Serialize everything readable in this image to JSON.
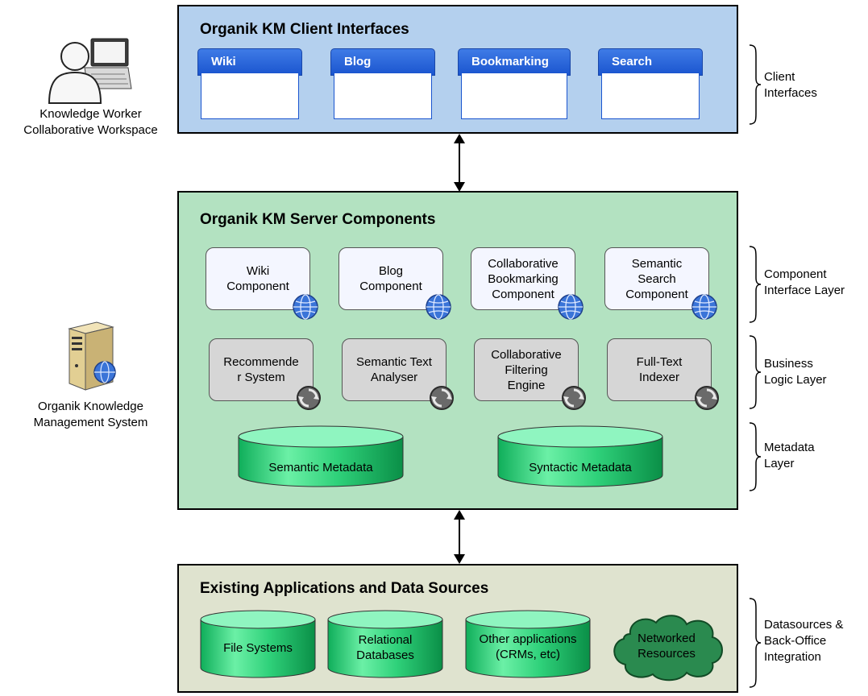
{
  "client_panel": {
    "title": "Organik KM Client Interfaces",
    "windows": [
      "Wiki",
      "Blog",
      "Bookmarking",
      "Search"
    ]
  },
  "server_panel": {
    "title": "Organik KM Server Components",
    "interface_components": [
      "Wiki\nComponent",
      "Blog\nComponent",
      "Collaborative\nBookmarking\nComponent",
      "Semantic\nSearch\nComponent"
    ],
    "logic_components": [
      "Recommende\nr System",
      "Semantic Text\nAnalyser",
      "Collaborative\nFiltering\nEngine",
      "Full-Text\nIndexer"
    ],
    "metadata_stores": [
      "Semantic Metadata",
      "Syntactic Metadata"
    ]
  },
  "data_panel": {
    "title": "Existing Applications and Data Sources",
    "sources": [
      "File Systems",
      "Relational\nDatabases",
      "Other applications\n(CRMs, etc)"
    ],
    "cloud": "Networked\nResources"
  },
  "actors": {
    "worker": "Knowledge Worker\nCollaborative Workspace",
    "system": "Organik Knowledge\nManagement System"
  },
  "layers": [
    "Client\nInterfaces",
    "Component\nInterface Layer",
    "Business\nLogic Layer",
    "Metadata\nLayer",
    "Datasources &\nBack-Office\nIntegration"
  ],
  "colors": {
    "client_bg": "#b4d0ee",
    "server_bg": "#b3e2c1",
    "data_bg": "#dfe3cf",
    "cylinder_green": "#2fd17a",
    "window_blue": "#1a55cf"
  }
}
